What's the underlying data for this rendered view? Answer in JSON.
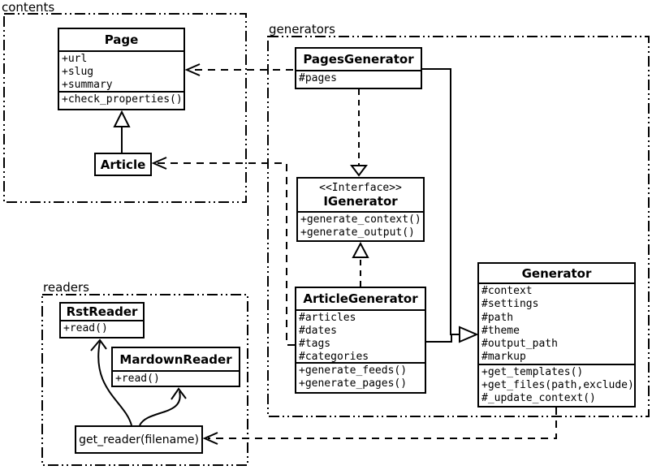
{
  "packages": {
    "contents": {
      "label": "contents"
    },
    "generators": {
      "label": "generators"
    },
    "readers": {
      "label": "readers"
    }
  },
  "classes": {
    "page": {
      "name": "Page",
      "attributes": [
        "+url",
        "+slug",
        "+summary"
      ],
      "operations": [
        "+check_properties()"
      ]
    },
    "article": {
      "name": "Article"
    },
    "pages_generator": {
      "name": "PagesGenerator",
      "attributes": [
        "#pages"
      ]
    },
    "igenerator": {
      "stereotype": "<<Interface>>",
      "name": "IGenerator",
      "operations": [
        "+generate_context()",
        "+generate_output()"
      ]
    },
    "article_generator": {
      "name": "ArticleGenerator",
      "attributes": [
        "#articles",
        "#dates",
        "#tags",
        "#categories"
      ],
      "operations": [
        "+generate_feeds()",
        "+generate_pages()"
      ]
    },
    "generator": {
      "name": "Generator",
      "attributes": [
        "#context",
        "#settings",
        "#path",
        "#theme",
        "#output_path",
        "#markup"
      ],
      "operations": [
        "+get_templates()",
        "+get_files(path,exclude)",
        "#_update_context()"
      ]
    },
    "rst_reader": {
      "name": "RstReader",
      "operations": [
        "+read()"
      ]
    },
    "markdown_reader": {
      "name": "MardownReader",
      "operations": [
        "+read()"
      ]
    },
    "get_reader": {
      "label": "get_reader(filename)"
    }
  },
  "colors": {
    "stroke": "#000000",
    "background": "#ffffff"
  }
}
